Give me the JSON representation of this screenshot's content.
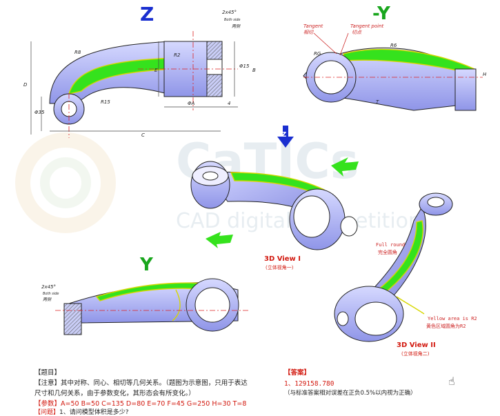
{
  "views": {
    "z": {
      "label": "Z"
    },
    "neg_y": {
      "label": "-Y"
    },
    "y": {
      "label": "Y"
    },
    "view3d_1": {
      "title": "3D View I",
      "subtitle": "(立体视角一)"
    },
    "view3d_2": {
      "title": "3D View II",
      "subtitle": "(立体视角二)"
    }
  },
  "dims_z": {
    "chamfer": "2x45°",
    "chamfer_note": "Both side",
    "chamfer_cn": "两侧",
    "r8": "R8",
    "r2": "R2",
    "r15": "R15",
    "d35": "Φ35",
    "d15": "Φ15",
    "dA": "ΦA",
    "c": "C",
    "d": "D",
    "b": "B",
    "four": "4",
    "e": "E"
  },
  "dims_negy": {
    "tangent_en": "Tangent",
    "tangent_cn": "相切",
    "tpoint_en": "Tangent point",
    "tpoint_cn": "切点",
    "r6": "R6",
    "rg": "RG",
    "t": "T",
    "h": "H"
  },
  "dims_y": {
    "chamfer": "2x45°",
    "chamfer_note": "Both side",
    "chamfer_cn": "两侧"
  },
  "notes_3d2": {
    "full_round_en": "Full round",
    "full_round_cn": "完全圆角",
    "yellow_en": "Yellow area is R2",
    "yellow_cn": "黄色区域圆角为R2"
  },
  "watermark": {
    "text1": "CaTICs",
    "text2": "CAD digital competition"
  },
  "question": {
    "heading": "【题目】",
    "note_tag": "【注意】",
    "note_line1": "其中对称、同心、相切等几何关系。（题图为示意图，只用于表达",
    "note_line2": "尺寸和几何关系，由于参数变化，其形态会有所变化。）",
    "param_tag": "【参数】",
    "params": "A=50 B=50 C=135 D=80 E=70 F=45 G=250 H=30 T=8",
    "ask_tag": "【问题】",
    "ask": "1、请问模型体积是多少?"
  },
  "answer": {
    "heading": "【答案】",
    "value": "1、129158.780",
    "note": "（与标准答案相对误差在正负0.5%以内视为正确）"
  }
}
